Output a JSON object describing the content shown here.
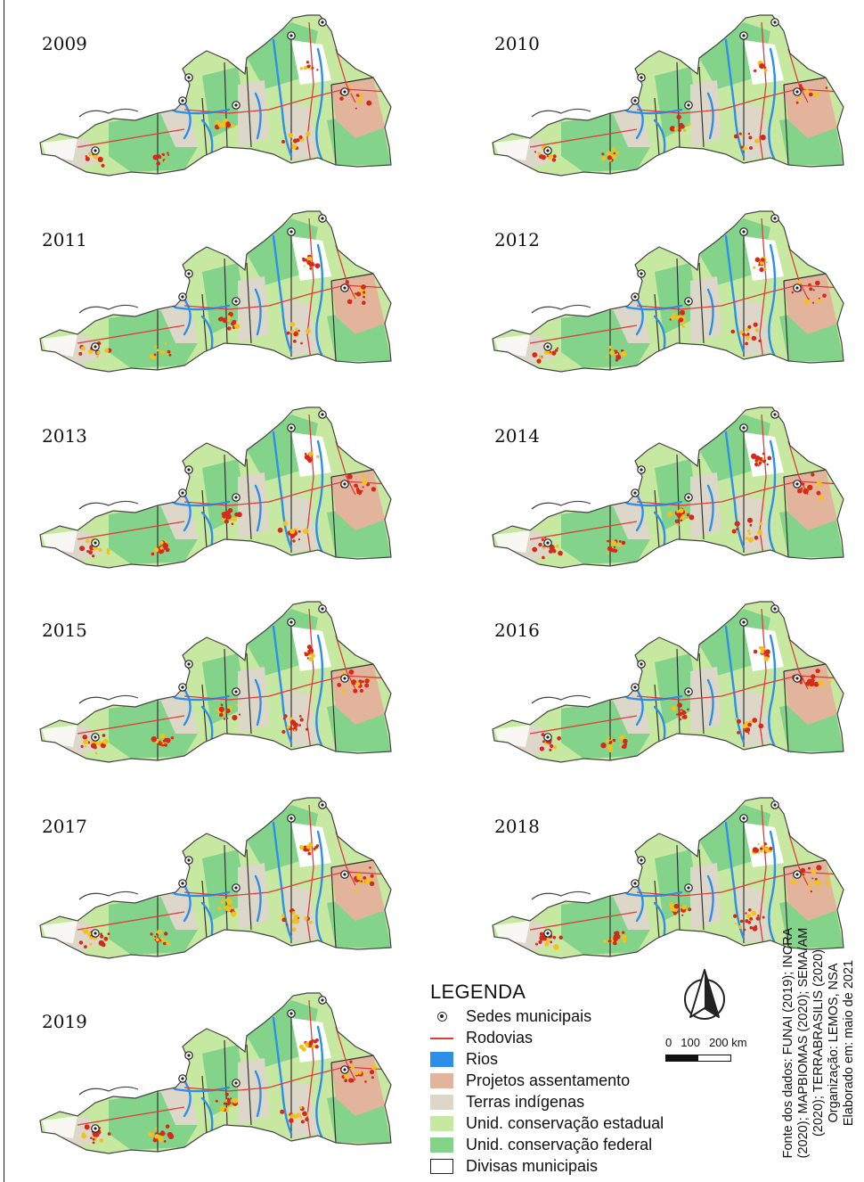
{
  "panels": [
    {
      "year": "2009"
    },
    {
      "year": "2010"
    },
    {
      "year": "2011"
    },
    {
      "year": "2012"
    },
    {
      "year": "2013"
    },
    {
      "year": "2014"
    },
    {
      "year": "2015"
    },
    {
      "year": "2016"
    },
    {
      "year": "2017"
    },
    {
      "year": "2018"
    },
    {
      "year": "2019"
    }
  ],
  "legend": {
    "title": "LEGENDA",
    "items": [
      {
        "label": "Sedes municipais",
        "kind": "point",
        "color": "#222222"
      },
      {
        "label": "Rodovias",
        "kind": "line",
        "color": "#e03a3a"
      },
      {
        "label": "Rios",
        "kind": "fill",
        "color": "#2d8fe8"
      },
      {
        "label": "Projetos assentamento",
        "kind": "fill",
        "color": "#e2b49c"
      },
      {
        "label": "Terras indígenas",
        "kind": "fill",
        "color": "#dcd7c8"
      },
      {
        "label": "Unid. conservação estadual",
        "kind": "fill",
        "color": "#c6e8a0"
      },
      {
        "label": "Unid. conservação federal",
        "kind": "fill",
        "color": "#83d48a"
      },
      {
        "label": "Divisas municipais",
        "kind": "outline",
        "color": "#222222"
      }
    ]
  },
  "scale": {
    "labels": [
      "0",
      "100",
      "200 km"
    ]
  },
  "credits": {
    "line1": "Fonte dos dados: FUNAI (2019); INCRA",
    "line2": "(2020); MAPBIOMAS (2020); SEMA/AM",
    "line3": "(2020); TERRABRASILIS (2020)",
    "line4": "Organização: LEMOS, NSA",
    "line5": "Elaborado em: maio de 2021"
  },
  "colors": {
    "deforestation_high": "#d42a1a",
    "deforestation_low": "#f2c21a",
    "rivers": "#2d8fe8",
    "roads": "#e03a3a"
  }
}
